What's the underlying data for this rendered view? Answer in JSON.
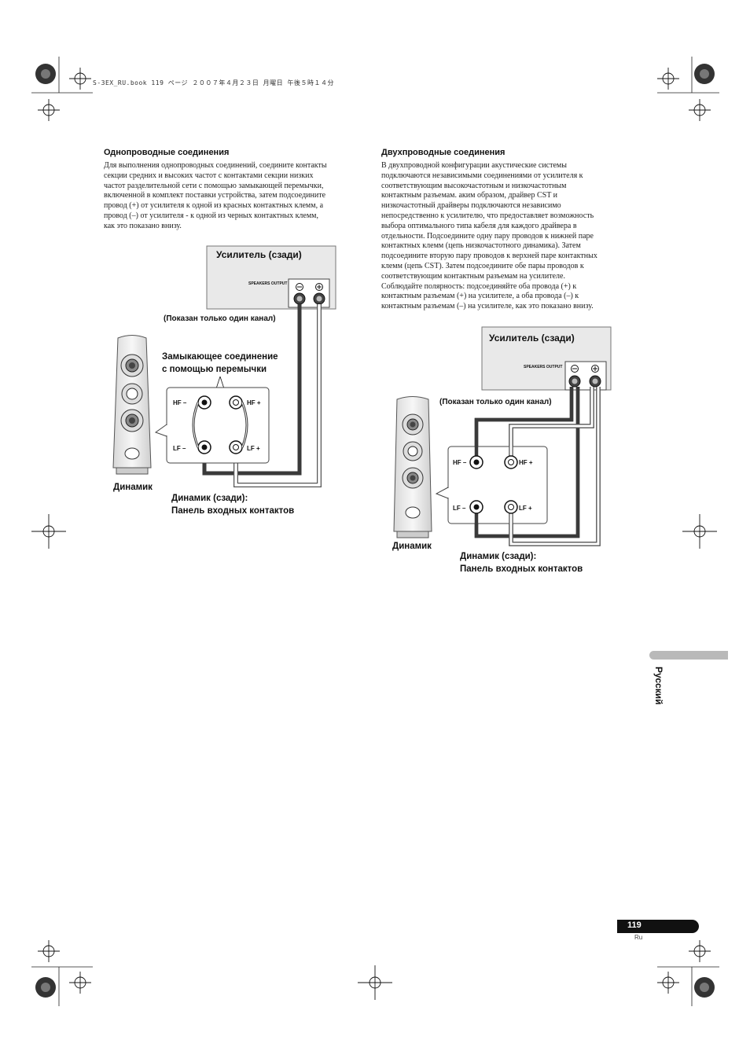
{
  "header": {
    "line": "S-3EX_RU.book  119 ページ  ２００７年４月２３日  月曜日  午後５時１４分"
  },
  "left_section": {
    "title": "Однопроводные соединения",
    "paragraph_lines": [
      "Для выполнения однопроводных соединений, соедините контакты",
      "секции средних и высоких частот с контактами секции низких",
      "частот разделительной сети с помощью замыкающей перемычки,",
      "включенной в комплект поставки устройства, затем подсоедините",
      "провод (+) от усилителя к одной из красных контактных клемм, а",
      "провод (–) от усилителя - к одной из черных контактных клемм,",
      "как это показано внизу."
    ],
    "diagram": {
      "amp_title": "Усилитель (сзади)",
      "speakers_output": "SPEAKERS OUTPUT",
      "channel_note": "(Показан только один канал)",
      "jumper_label_1": "Замыкающее соединение",
      "jumper_label_2": "с помощью перемычки",
      "hf_minus": "HF –",
      "hf_plus": "HF +",
      "lf_minus": "LF –",
      "lf_plus": "LF +",
      "speaker_label": "Динамик",
      "panel_label_1": "Динамик (сзади):",
      "panel_label_2": "Панель входных контактов"
    }
  },
  "right_section": {
    "title": "Двухпроводные соединения",
    "paragraph_lines": [
      "В двухпроводной конфигурации акустические системы",
      "подключаются независимыми соединениями от усилителя к",
      "соответствующим высокочастотным и низкочастотным",
      "контактным разъемам. аким образом, драйвер CST и",
      "низкочастотный драйверы подключаются независимо",
      "непосредственно к усилителю, что предоставляет возможность",
      "выбора оптимального типа кабеля для каждого драйвера в",
      "отдельности. Подсоедините одну пару проводов к нижней паре",
      "контактных клемм (цепь низкочастотного динамика). Затем",
      "подсоедините вторую пару проводов к верхней паре контактных",
      "клемм (цепь CST). Затем подсоедините обе пары проводов к",
      "соответствующим контактным разъемам на усилителе.",
      "Соблюдайте полярность: подсоединяйте оба провода (+) к",
      "контактным разъемам (+) на усилителе, а оба провода (–) к",
      "контактным разъемам (–) на усилителе, как это показано внизу."
    ],
    "diagram": {
      "amp_title": "Усилитель (сзади)",
      "speakers_output": "SPEAKERS OUTPUT",
      "channel_note": "(Показан только один канал)",
      "hf_minus": "HF –",
      "hf_plus": "HF +",
      "lf_minus": "LF –",
      "lf_plus": "LF +",
      "speaker_label": "Динамик",
      "panel_label_1": "Динамик (сзади):",
      "panel_label_2": "Панель входных контактов"
    }
  },
  "sidebar": {
    "language": "Русский"
  },
  "footer": {
    "page_number": "119",
    "language_code": "Ru"
  },
  "colors": {
    "amp_panel": "#e9e9e9",
    "wire_dark": "#3a3a3a",
    "wire_light": "#ffffff",
    "lang_bar": "#b9b9b9"
  }
}
